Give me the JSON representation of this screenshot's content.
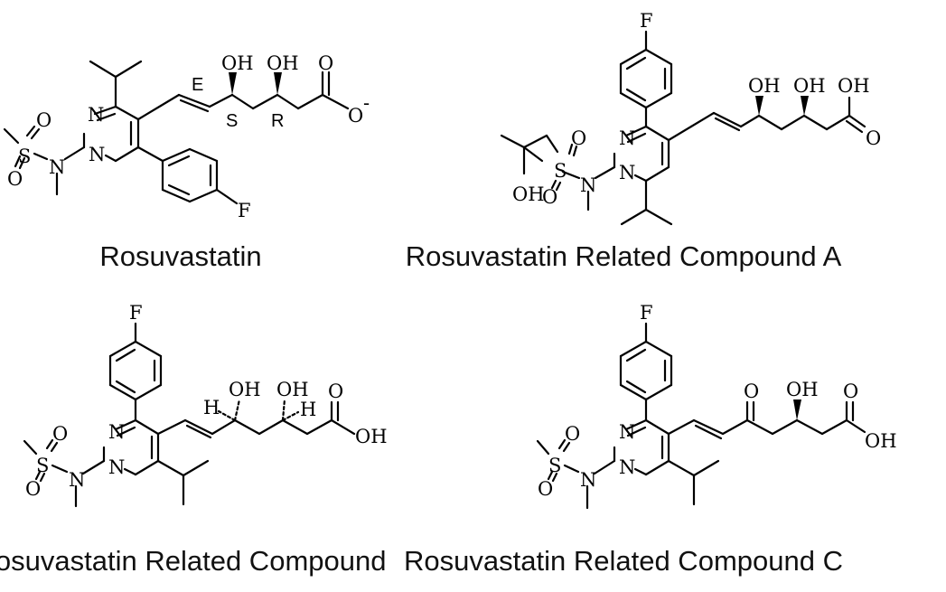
{
  "compounds": [
    {
      "name": "Rosuvastatin"
    },
    {
      "name": "Rosuvastatin Related Compound A"
    },
    {
      "name": "Rosuvastatin Related Compound"
    },
    {
      "name": "Rosuvastatin Related Compound C"
    }
  ],
  "atom_labels": {
    "N": "N",
    "S": "S",
    "O": "O",
    "OH": "OH",
    "F": "F",
    "H": "H",
    "O_minus": "O",
    "charge_minus": "-",
    "stereo_E": "E",
    "stereo_S": "S",
    "stereo_R": "R"
  }
}
